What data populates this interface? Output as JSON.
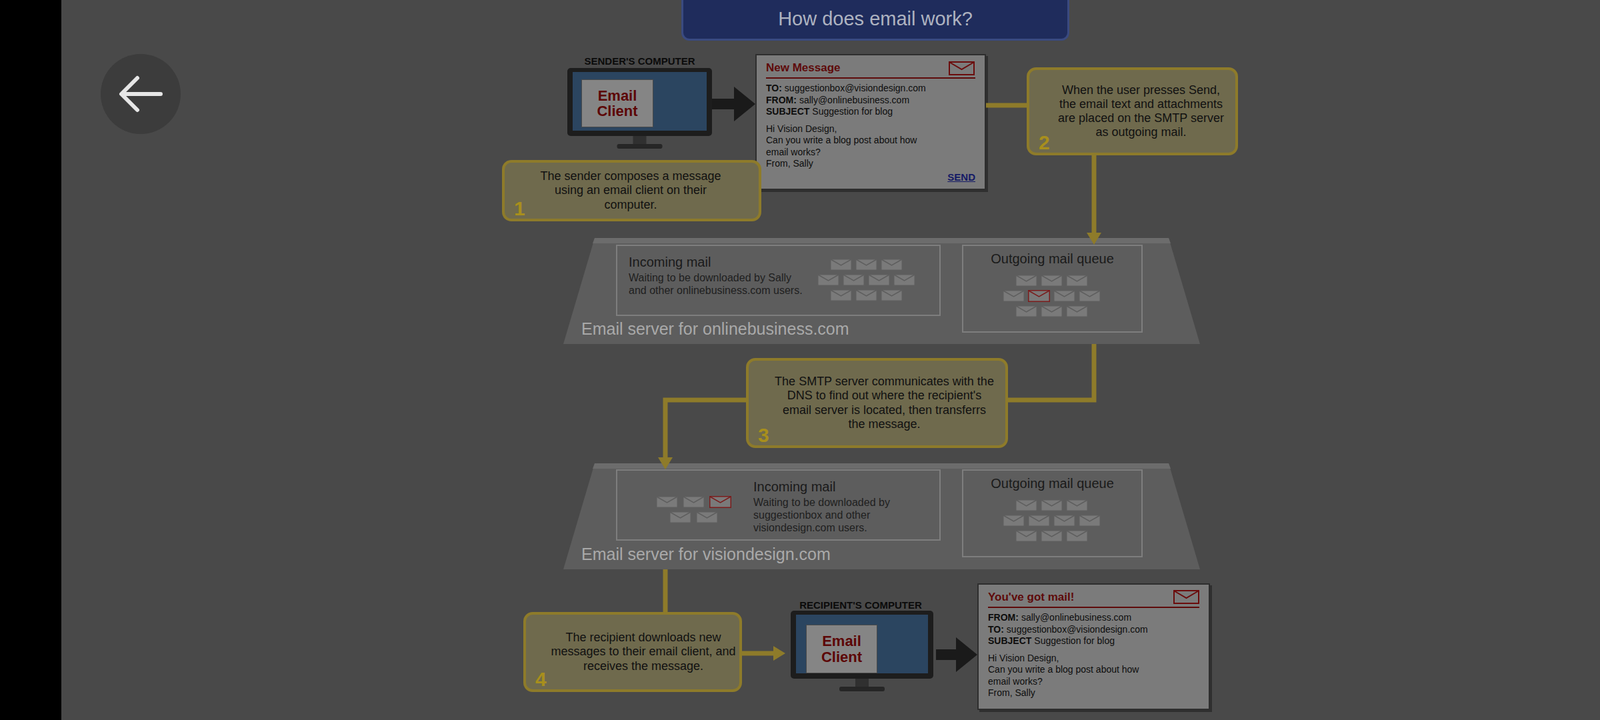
{
  "diagram": {
    "title": "How does email work?",
    "nodes": [
      {
        "text": [
          "SENDER'S COMPUTER"
        ]
      },
      {
        "text": [
          "Email Client"
        ],
        "in": 0
      },
      {
        "text": [
          "New Message",
          "TO:",
          "suggestionbox@visiondesign.com",
          "FROM:",
          "sally@onlinebusiness.com",
          "SUBJECT",
          "Suggestion for blog",
          "Hi Vision Design,",
          "Can you write a blog post about how email works?",
          "From, Sally",
          "SEND"
        ]
      },
      {
        "text": [
          "1",
          "The sender composes a message using an email client on their computer."
        ]
      },
      {
        "text": [
          "2",
          "When the user presses Send, the email text and attachments are placed on the SMTP server as outgoing mail."
        ]
      },
      {
        "text": [
          "Email server for onlinebusiness.com"
        ]
      },
      {
        "text": [
          "Incoming mail",
          "Waiting to be downloaded by Sally and other onlinebusiness.com users."
        ],
        "in": 5
      },
      {
        "text": [
          "Outgoing mail queue"
        ],
        "in": 5
      },
      {
        "text": [
          "3",
          "The SMTP server communicates with the DNS to find out where the recipient's email server is located, then transferrs the message."
        ]
      },
      {
        "text": [
          "Email server for visiondesign.com"
        ]
      },
      {
        "text": [
          "Incoming mail",
          "Waiting to be downloaded by suggestionbox and other visiondesign.com users."
        ],
        "in": 9
      },
      {
        "text": [
          "Outgoing mail queue"
        ],
        "in": 9
      },
      {
        "text": [
          "4",
          "The recipient downloads new messages to their email client, and receives the message."
        ]
      },
      {
        "text": [
          "RECIPIENT'S COMPUTER"
        ]
      },
      {
        "text": [
          "Email Client"
        ],
        "in": 13
      },
      {
        "text": [
          "You've got mail!",
          "FROM:",
          "sally@onlinebusiness.com",
          "TO:",
          "suggestionbox@visiondesign.com",
          "SUBJECT",
          "Suggestion for blog",
          "Hi Vision Design,",
          "Can you write a blog post about how email works?",
          "From, Sally"
        ]
      }
    ],
    "edges": [
      {
        "from": 0,
        "to": 2,
        "arrow": "to"
      },
      {
        "from": 2,
        "to": 4,
        "arrow": "none"
      },
      {
        "from": 4,
        "to": 7,
        "arrow": "to"
      },
      {
        "from": 5,
        "to": 8,
        "arrow": "none"
      },
      {
        "from": 8,
        "to": 10,
        "arrow": "to"
      },
      {
        "from": 9,
        "to": 12,
        "arrow": "none"
      },
      {
        "from": 12,
        "to": 13,
        "arrow": "to"
      },
      {
        "from": 13,
        "to": 15,
        "arrow": "to"
      }
    ]
  }
}
